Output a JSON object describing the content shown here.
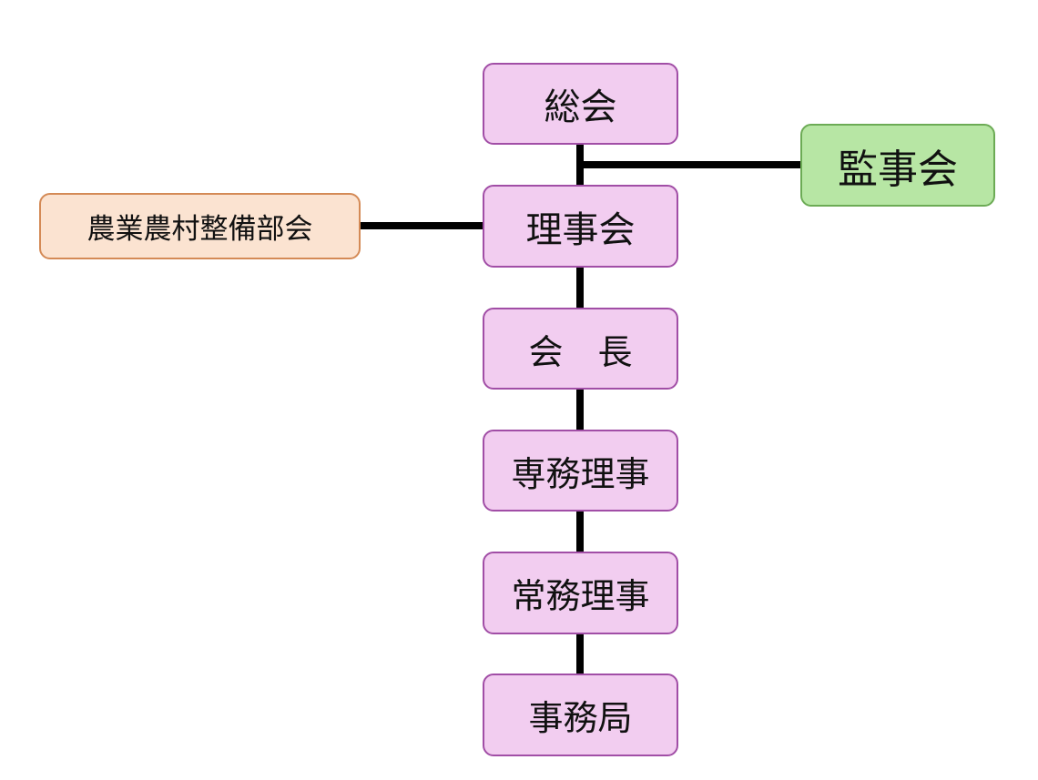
{
  "nodes": {
    "soukai": "総会",
    "kanjikai": "監事会",
    "rijikai": "理事会",
    "bukai": "農業農村整備部会",
    "kaicho": "会　長",
    "senmu": "専務理事",
    "joumu": "常務理事",
    "jimukyoku": "事務局"
  },
  "colors": {
    "main_fill": "#f2cdf0",
    "main_border": "#a14ea6",
    "audit_fill": "#b7e6a4",
    "audit_border": "#6cab55",
    "subcommittee_fill": "#fbe3d1",
    "subcommittee_border": "#d48a56",
    "connector": "#000000"
  }
}
